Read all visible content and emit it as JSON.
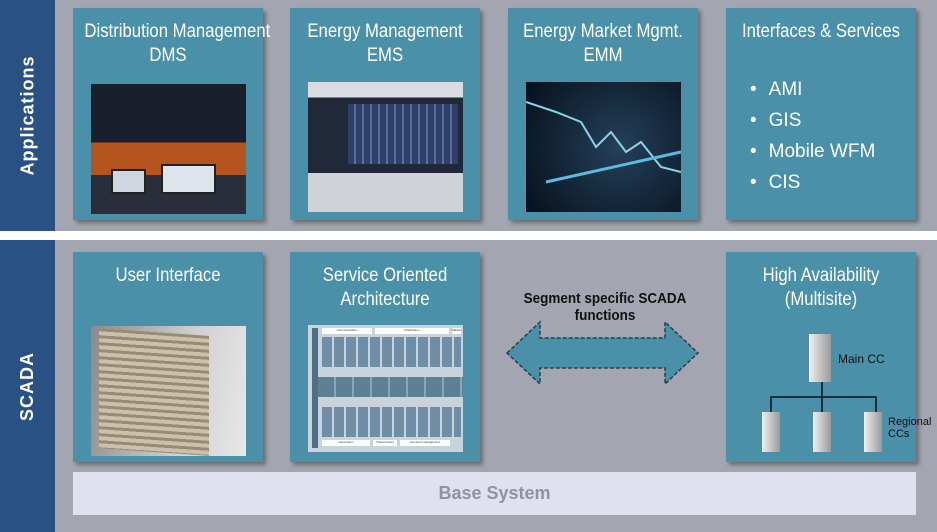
{
  "sections": {
    "applications": "Applications",
    "scada": "SCADA"
  },
  "applications": [
    {
      "title": "Distribution Management",
      "sub": "DMS"
    },
    {
      "title": "Energy Management",
      "sub": "EMS"
    },
    {
      "title": "Energy Market  Mgmt.",
      "sub": "EMM"
    },
    {
      "title": "Interfaces & Services",
      "items": [
        "AMI",
        "GIS",
        "Mobile WFM",
        "CIS"
      ]
    }
  ],
  "scada": {
    "user_interface": "User Interface",
    "soa": {
      "title": "Service Oriented",
      "sub": "Architecture",
      "labels": [
        "Communication",
        "Distribution",
        "Market",
        "Generation",
        "Transmission",
        "Demand management"
      ]
    },
    "arrow_label": "Segment specific SCADA functions",
    "ha": {
      "title": "High Availability",
      "sub": "(Multisite)",
      "main": "Main CC",
      "regional1": "Regional",
      "regional2": "CCs"
    }
  },
  "base_system": "Base System"
}
